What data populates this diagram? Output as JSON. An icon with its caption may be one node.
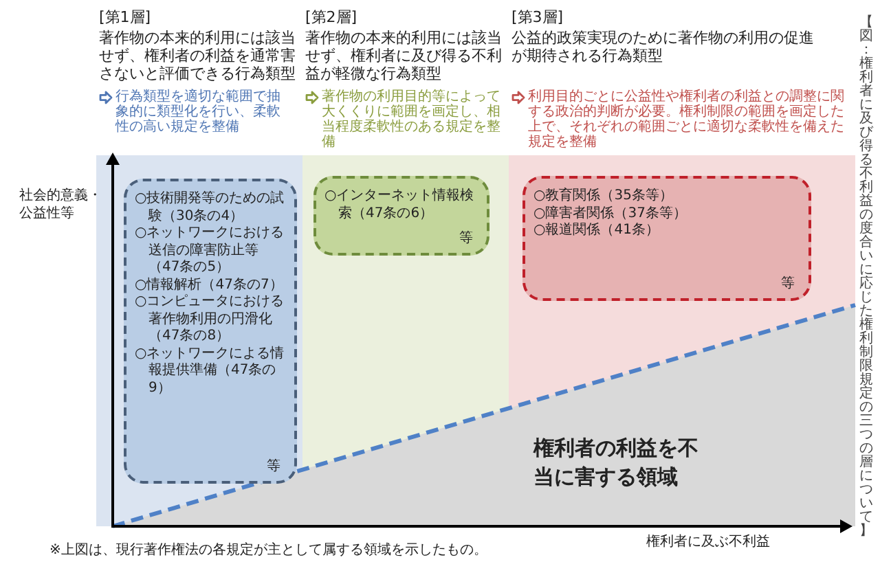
{
  "diagram": {
    "title": "【図：権利者に及び得る不利益の度合いに応じた権利制限規定の三つの層について】",
    "caption": "※上図は、現行著作権法の各規定が主として属する領域を示したもの。",
    "nodes": [
      {
        "text": [
          "[第1層]",
          "著作物の本来的利用には該当せず、権利者の利益を通常害さないと評価できる行為類型",
          "行為類型を適切な範囲で抽象的に類型化を行い、柔軟性の高い規定を整備"
        ]
      },
      {
        "text": [
          "○技術開発等のための試験（30条の4）",
          "○ネットワークにおける送信の障害防止等（47条の5）",
          "○情報解析（47条の7）",
          "○コンピュータにおける著作物利用の円滑化（47条の8）",
          "○ネットワークによる情報提供準備（47条の9）",
          "等"
        ],
        "in": 0
      },
      {
        "text": [
          "[第2層]",
          "著作物の本来的利用には該当せず、権利者に及び得る不利益が軽微な行為類型",
          "著作物の利用目的等によって大くくりに範囲を画定し、相当程度柔軟性のある規定を整備"
        ]
      },
      {
        "text": [
          "○インターネット情報検索（47条の6）",
          "等"
        ],
        "in": 2
      },
      {
        "text": [
          "[第3層]",
          "公益的政策実現のために著作物の利用の促進が期待される行為類型",
          "利用目的ごとに公益性や権利者の利益との調整に関する政治的判断が必要。権利制限の範囲を画定した上で、それぞれの範囲ごとに適切な柔軟性を備えた規定を整備"
        ]
      },
      {
        "text": [
          "○教育関係（35条等）",
          "○障害者関係（37条等）",
          "○報道関係（41条）",
          "等"
        ],
        "in": 4
      },
      {
        "text": [
          "権利者の利益を不当に害する領域"
        ]
      }
    ],
    "edges": [],
    "labels": [
      "社会的意義・公益性等",
      "権利者に及ぶ不利益"
    ]
  }
}
